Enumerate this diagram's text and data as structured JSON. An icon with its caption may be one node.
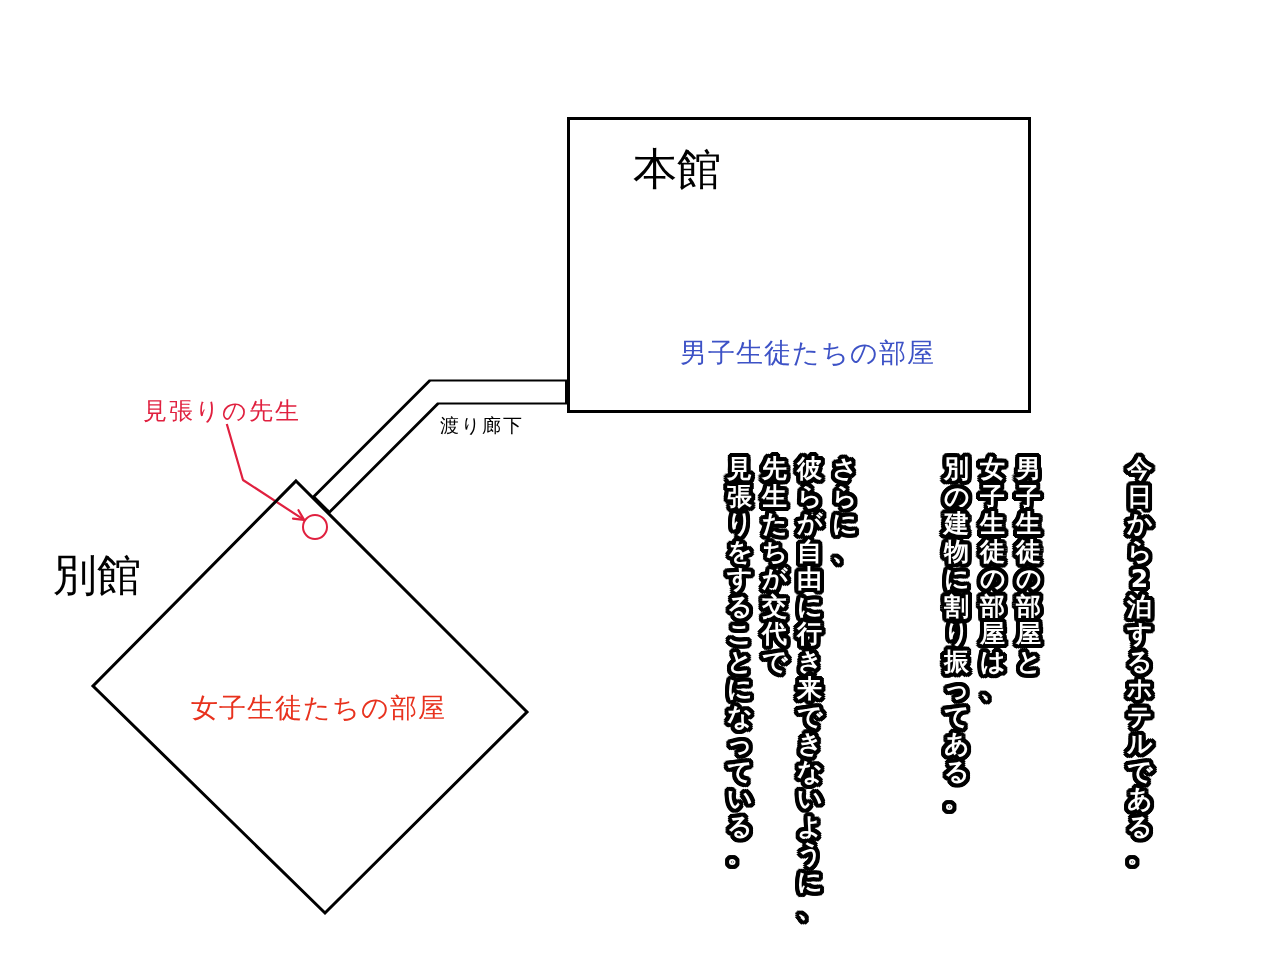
{
  "diagram": {
    "nodes": [
      {
        "text": [
          "本館",
          "男子生徒たちの部屋"
        ]
      },
      {
        "text": [
          "見張りの先生"
        ]
      },
      {
        "text": [
          "別館",
          "女子生徒たちの部屋"
        ]
      },
      {
        "text": [],
        "shape": "circle",
        "in": 2
      }
    ],
    "edges": [
      {
        "from": 0,
        "to": 2,
        "arrow": "none",
        "label": "渡り廊下",
        "style": "thick"
      },
      {
        "from": 1,
        "to": 3,
        "arrow": "to",
        "color": "#e0203f"
      }
    ],
    "labels": [
      "今日から2泊するホテルである。",
      "男子生徒の部屋と女子生徒の部屋は、別の建物に割り振ってある。",
      "さらに、彼らが自由に行き来できないように、先生たちが交代で見張りをすることになっている。"
    ]
  }
}
